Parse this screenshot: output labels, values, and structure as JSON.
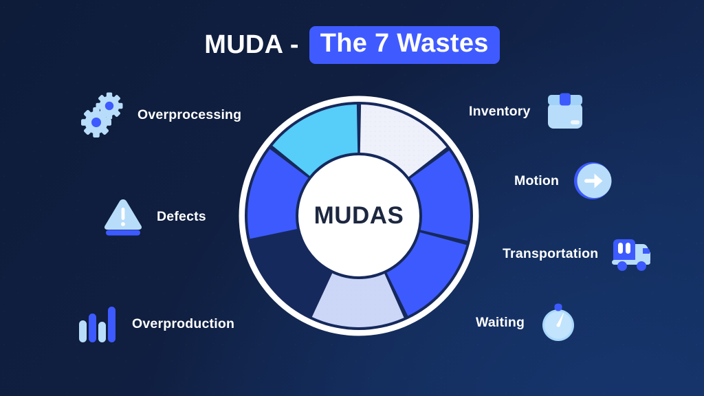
{
  "title": {
    "plain": "MUDA - ",
    "highlight": "The 7 Wastes",
    "highlight_color": "#3f5bff"
  },
  "donut": {
    "center_label": "MUDAS",
    "center_text_color": "#1d2740",
    "ring_color": "#ffffff",
    "segments": [
      {
        "name": "Inventory",
        "color": "#eef0fa",
        "start_deg": 0,
        "end_deg": 53,
        "value": 14.3
      },
      {
        "name": "Motion",
        "color": "#3d5afe",
        "start_deg": 53,
        "end_deg": 104,
        "value": 14.3
      },
      {
        "name": "Transportation",
        "color": "#3d5afe",
        "start_deg": 104,
        "end_deg": 155,
        "value": 14.3
      },
      {
        "name": "Waiting",
        "color": "#ccd6f7",
        "start_deg": 155,
        "end_deg": 206,
        "value": 14.3
      },
      {
        "name": "Overproduction",
        "color": "#16295c",
        "start_deg": 206,
        "end_deg": 257,
        "value": 14.3
      },
      {
        "name": "Defects",
        "color": "#3d5afe",
        "start_deg": 257,
        "end_deg": 308,
        "value": 14.3
      },
      {
        "name": "Overprocessing",
        "color": "#57cdf9",
        "start_deg": 308,
        "end_deg": 360,
        "value": 14.3
      }
    ]
  },
  "labels": {
    "left": [
      {
        "text": "Overprocessing",
        "icon": "gears-icon"
      },
      {
        "text": "Defects",
        "icon": "warning-triangle-icon"
      },
      {
        "text": "Overproduction",
        "icon": "bar-chart-icon"
      }
    ],
    "right": [
      {
        "text": "Inventory",
        "icon": "box-package-icon"
      },
      {
        "text": "Motion",
        "icon": "arrow-right-circle-icon"
      },
      {
        "text": "Transportation",
        "icon": "truck-icon"
      },
      {
        "text": "Waiting",
        "icon": "stopwatch-icon"
      }
    ]
  },
  "palette": {
    "background_dark": "#0e1c3a",
    "background_light": "#16356c",
    "royal_blue": "#3d5afe",
    "light_blue": "#b3ddfb",
    "cyan": "#57cdf9",
    "periwinkle": "#ccd6f7",
    "pale": "#eef0fa",
    "navy_segment": "#16295c",
    "white": "#ffffff"
  },
  "chart_data": {
    "type": "pie",
    "title": "MUDA - The 7 Wastes",
    "categories": [
      "Inventory",
      "Motion",
      "Transportation",
      "Waiting",
      "Overproduction",
      "Defects",
      "Overprocessing"
    ],
    "values": [
      14.3,
      14.3,
      14.3,
      14.3,
      14.3,
      14.3,
      14.3
    ],
    "colors": [
      "#eef0fa",
      "#3d5afe",
      "#3d5afe",
      "#ccd6f7",
      "#16295c",
      "#3d5afe",
      "#57cdf9"
    ],
    "center_label": "MUDAS",
    "donut": true,
    "inner_radius_ratio": 0.52,
    "start_angle_deg": 0,
    "direction": "clockwise",
    "legend": "outside-labels",
    "xlabel": "",
    "ylabel": ""
  }
}
